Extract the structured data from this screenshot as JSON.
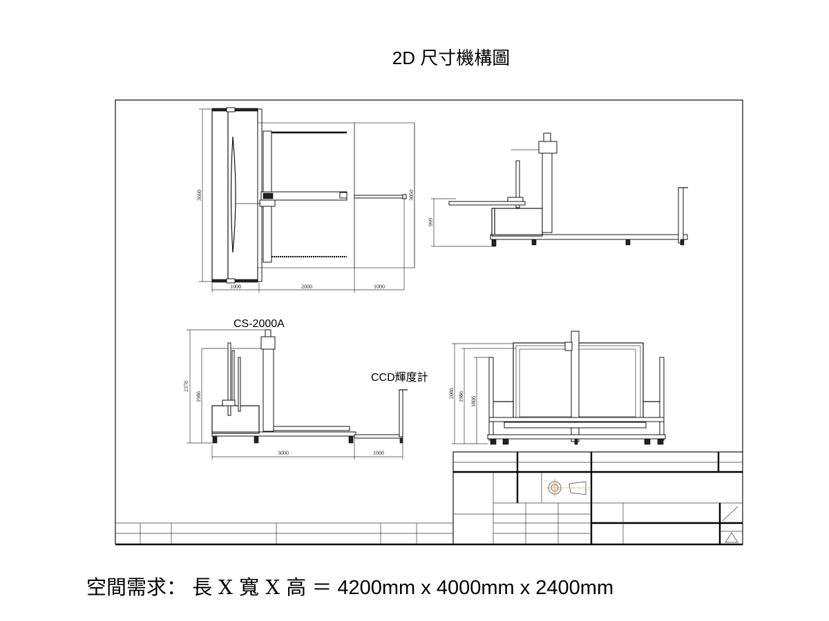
{
  "title": "2D 尺寸機構圖",
  "footer": {
    "label": "空間需求：",
    "dims_text": "長 X 寬 X 高",
    "equals": "＝",
    "value": "4200mm x 4000mm x 2400mm"
  },
  "drawing": {
    "top_view": {
      "dims": {
        "height_left": "3660",
        "height_right": "3050",
        "w1": "1000",
        "w2": "2000",
        "w3": "1000"
      }
    },
    "side_view": {
      "dims": {
        "height": "999"
      }
    },
    "side_view_2": {
      "label_instrument": "CS-2000A",
      "label_ccd": "CCD輝度計",
      "dims": {
        "h1": "2378",
        "h2": "1986",
        "w1": "3000",
        "w2": "1000"
      }
    },
    "front_view": {
      "dims": {
        "h1": "2086",
        "h2": "1986",
        "h3": "1806"
      }
    }
  },
  "colors": {
    "centerline": "#f08a1c",
    "line": "#000000"
  }
}
